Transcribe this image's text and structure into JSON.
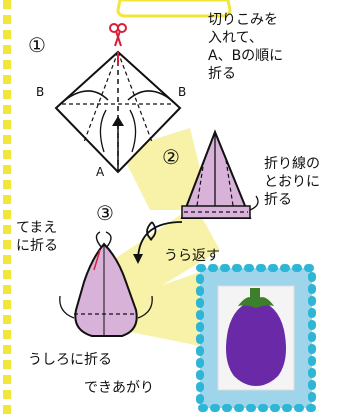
{
  "steps": [
    {
      "number": "①",
      "text_lines": [
        "切りこみを",
        "入れて、",
        "A、Bの順に",
        "折る"
      ]
    },
    {
      "number": "②",
      "text_lines": [
        "折り線の",
        "とおりに",
        "折る"
      ]
    },
    {
      "number": "③",
      "text_lines": []
    }
  ],
  "labels": {
    "A": "A",
    "B_left": "B",
    "B_right": "B",
    "mae": [
      "てまえ",
      "に折る"
    ],
    "ura": "うら返す",
    "ushiro": "うしろに折る",
    "dekiagari": "できあがり"
  },
  "colors": {
    "page_border": "#f3e63a",
    "paper_fill": "#d8b2d8",
    "highlight": "#f7f2a8",
    "frame_fill": "#9fd5ea",
    "frame_dots": "#2fb6d6",
    "eggplant": "#6a2aa8",
    "stem": "#3d7f2a",
    "scissors": "#d6203a"
  },
  "icons": [
    "scissors-icon",
    "flip-icon",
    "curved-arrow-icon"
  ]
}
